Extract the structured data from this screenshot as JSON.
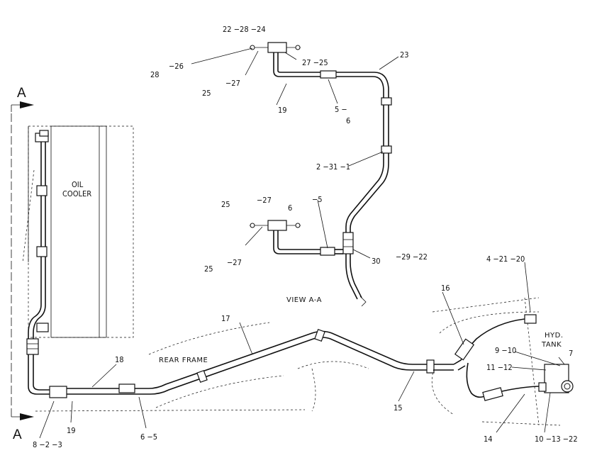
{
  "section_marks": {
    "top": "A",
    "bottom": "A"
  },
  "captions": {
    "oil_cooler_line1": "OIL",
    "oil_cooler_line2": "COOLER",
    "view": "VIEW A-A",
    "rear_frame": "REAR FRAME",
    "hyd_tank_line1": "HYD.",
    "hyd_tank_line2": "TANK"
  },
  "callouts": {
    "c_22_28_24": "22 −28 −24",
    "c_28": "28",
    "c_26": "−26",
    "c_27_25": "27 −25",
    "c_23": "23",
    "c_25a": "25",
    "c_27a": "−27",
    "c_19a": "19",
    "c_5a": "5 −",
    "c_6a": "6",
    "c_2_31_1": "2 −31 −1",
    "c_25b": "25",
    "c_27b": "−27",
    "c_6b": "6",
    "c_5b": "−5",
    "c_25c": "25",
    "c_27c": "−27",
    "c_30": "30",
    "c_29_22": "−29 −22",
    "c_4_21_20": "4 −21 −20",
    "c_16": "16",
    "c_17": "17",
    "c_9_10": "9 −10",
    "c_7": "7",
    "c_11_12": "11 −12",
    "c_18": "18",
    "c_15": "15",
    "c_14": "14",
    "c_10_13_22": "10 −13 −22",
    "c_8_2_3": "8 −2 −3",
    "c_19b": "19",
    "c_6_5": "6 −5"
  }
}
